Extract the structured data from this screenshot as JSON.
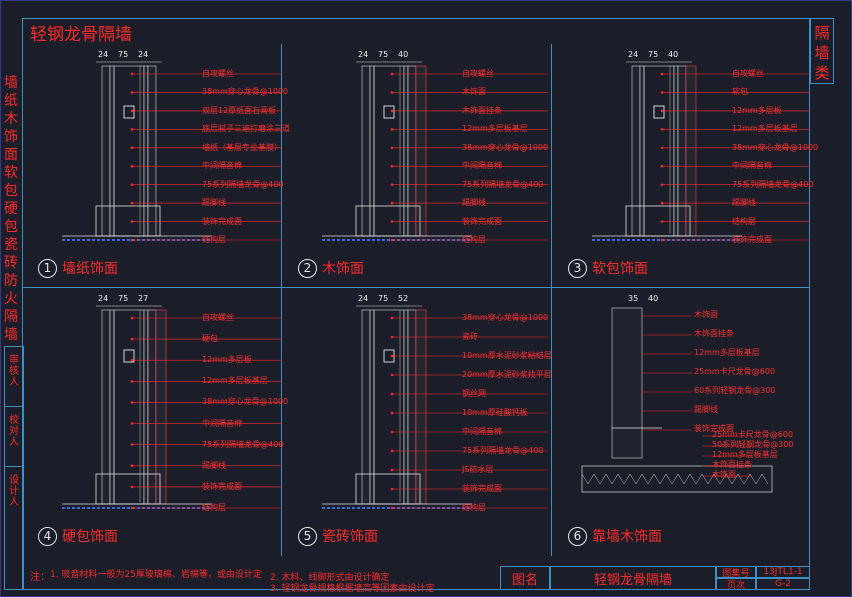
{
  "header": {
    "title": "轻钢龙骨隔墙",
    "category": "隔墙类"
  },
  "left_strip": {
    "text": "墙纸木饰面软包硬包瓷砖防火隔墙"
  },
  "left_cells": [
    "审核人",
    "校对人",
    "设计人"
  ],
  "panels": [
    {
      "num": "1",
      "name": "墙纸饰面",
      "dims": [
        "24",
        "75",
        "24"
      ],
      "labels": [
        "自攻螺丝",
        "38mm穿心龙骨@1000",
        "双层12厚纸面石膏板",
        "底层腻子三遍打磨涂三道",
        "墙纸（基层专业基膜）",
        "中间隔音棉",
        "75系列隔墙龙骨@400",
        "踢脚线",
        "装饰完成面",
        "结构层"
      ]
    },
    {
      "num": "2",
      "name": "木饰面",
      "dims": [
        "24",
        "75",
        "40"
      ],
      "labels": [
        "自攻螺丝",
        "木饰面",
        "木饰面挂条",
        "12mm多层板基层",
        "38mm穿心龙骨@1000",
        "中间隔音棉",
        "75系列隔墙龙骨@400",
        "踢脚线",
        "装饰完成面",
        "结构层"
      ]
    },
    {
      "num": "3",
      "name": "软包饰面",
      "dims": [
        "24",
        "75",
        "40"
      ],
      "labels": [
        "自攻螺丝",
        "软包",
        "12mm多层板",
        "12mm多层板基层",
        "38mm穿心龙骨@1000",
        "中间隔音棉",
        "75系列隔墙龙骨@400",
        "踢脚线",
        "结构层",
        "装饰完成面"
      ]
    },
    {
      "num": "4",
      "name": "硬包饰面",
      "dims": [
        "24",
        "75",
        "27"
      ],
      "labels": [
        "自攻螺丝",
        "硬包",
        "12mm多层板",
        "12mm多层板基层",
        "38mm穿心龙骨@1000",
        "中间隔音棉",
        "75系列隔墙龙骨@400",
        "踢脚线",
        "装饰完成面",
        "结构层"
      ]
    },
    {
      "num": "5",
      "name": "瓷砖饰面",
      "dims": [
        "24",
        "75",
        "52"
      ],
      "labels": [
        "38mm穿心龙骨@1000",
        "瓷砖",
        "10mm厚水泥砂浆粘结层",
        "20mm厚水泥砂浆找平层",
        "钢丝网",
        "10mm厚硅酸钙板",
        "中间隔音棉",
        "75系列隔墙龙骨@400",
        "JS防水层",
        "装饰完成面",
        "结构层"
      ]
    },
    {
      "num": "6",
      "name": "靠墙木饰面",
      "dims": [
        "35",
        "40"
      ],
      "labels": [
        "木饰面",
        "木饰面挂条",
        "12mm多层板基层",
        "25mm卡尺龙骨@600",
        "60系列轻钢龙骨@300",
        "踢脚线",
        "装饰完成面",
        "25mm卡尺龙骨@600",
        "50系列轻钢龙骨@300",
        "12mm多层板基层",
        "木饰面挂条",
        "木饰面"
      ]
    }
  ],
  "notes": {
    "prefix": "注：",
    "items": [
      "1. 吸音材料一般为25厚玻璃棉、岩棉等，或由设计定",
      "2. 木料、线脚形式由设计确定",
      "3. 轻钢龙骨规格根据墙高等因素由设计定"
    ]
  },
  "title_block": {
    "label_name": "图名",
    "name": "轻钢龙骨隔墙",
    "label_no": "图集号",
    "no": "13JTL1-1",
    "label_page": "页次",
    "page": "G-2"
  },
  "colors": {
    "background": "#1b1e28",
    "frame": "#3e8fc4",
    "text": "#ff2a2a",
    "line": "#e9e9e9"
  }
}
